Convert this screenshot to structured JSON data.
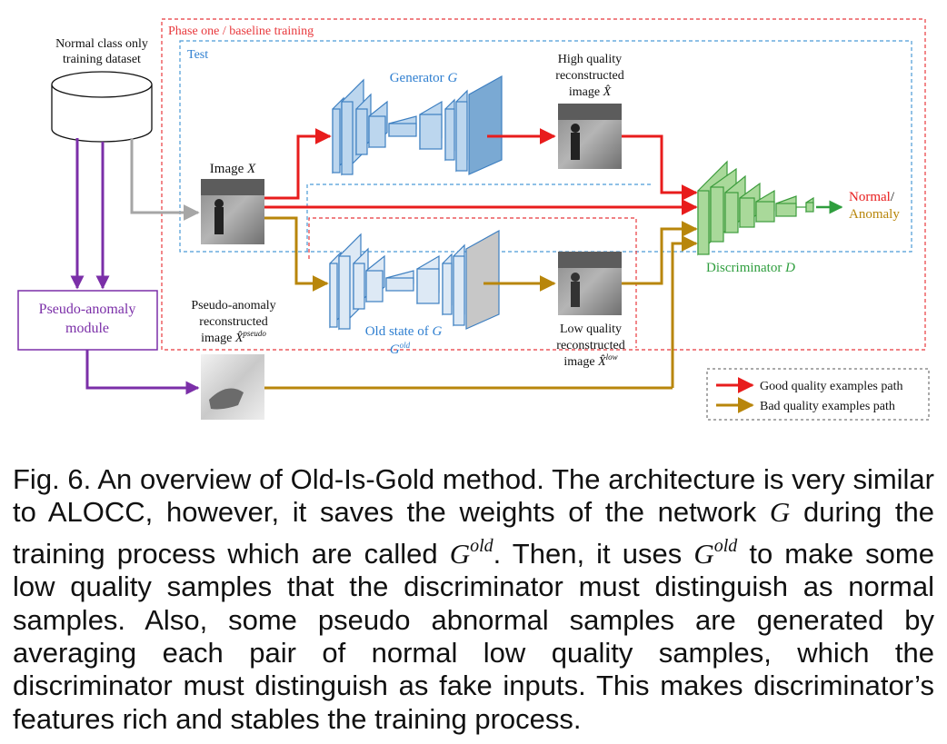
{
  "colors": {
    "red_path": "#e81c1c",
    "gold_path": "#b8860b",
    "purple": "#7b2fa8",
    "gray_arrow": "#a6a6a6",
    "phase_box": "#e8383c",
    "test_box": "#4a9ad6",
    "generator_fill": "#bcd6ee",
    "generator_stroke": "#3d7fc1",
    "old_fill": "#dde9f5",
    "discriminator_fill": "#a9d99a",
    "discriminator_stroke": "#3c9c3c",
    "label_blue": "#2f7fd0",
    "label_green": "#2f9e3e"
  },
  "regions": {
    "phase_one": "Phase one / baseline training",
    "test": "Test"
  },
  "dataset": {
    "line1": "Normal class only",
    "line2": "training dataset",
    "icon": "database-cylinder-icon"
  },
  "image_x": {
    "prefix": "Image ",
    "symbol": "X"
  },
  "generator": {
    "prefix": "Generator ",
    "symbol": "G"
  },
  "old_generator": {
    "line1": "Old state of ",
    "symbol": "G",
    "line2_symbol": "G",
    "line2_sup": "old"
  },
  "high_quality": {
    "line1": "High quality",
    "line2": "reconstructed",
    "line3_prefix": "image ",
    "symbol": "X̂"
  },
  "low_quality": {
    "line1": "Low quality",
    "line2": "reconstructed",
    "line3_prefix": "image ",
    "symbol": "X̂",
    "sup": "low"
  },
  "pseudo_anomaly": {
    "line1": "Pseudo-anomaly",
    "line2": "reconstructed",
    "line3_prefix": "image ",
    "symbol": "X̂",
    "sup": "pseudo"
  },
  "pseudo_module": {
    "line1": "Pseudo-anomaly",
    "line2": "module"
  },
  "discriminator": {
    "prefix": "Discriminator ",
    "symbol": "D"
  },
  "output": {
    "normal": "Normal",
    "slash": "/",
    "anomaly": "Anomaly"
  },
  "legend": [
    {
      "label": "Good quality examples path",
      "color": "#e81c1c"
    },
    {
      "label": "Bad quality examples path",
      "color": "#b8860b"
    }
  ],
  "caption": {
    "p1": "Fig. 6. An overview of Old-Is-Gold method. The architecture is very similar to ALOCC, however, it saves the weights of the network ",
    "G1": "G",
    "p2": " during the training process which are called ",
    "G2": "G",
    "sup2": "old",
    "p3": ". Then, it uses ",
    "G3": "G",
    "sup3": "old",
    "p4": " to make some low quality samples that the discriminator must distinguish as normal samples. Also, some pseudo abnormal samples are generated by averaging each pair of normal low quality samples, which the discriminator must distinguish as fake inputs. This makes discriminator’s features rich and stables the training process."
  }
}
